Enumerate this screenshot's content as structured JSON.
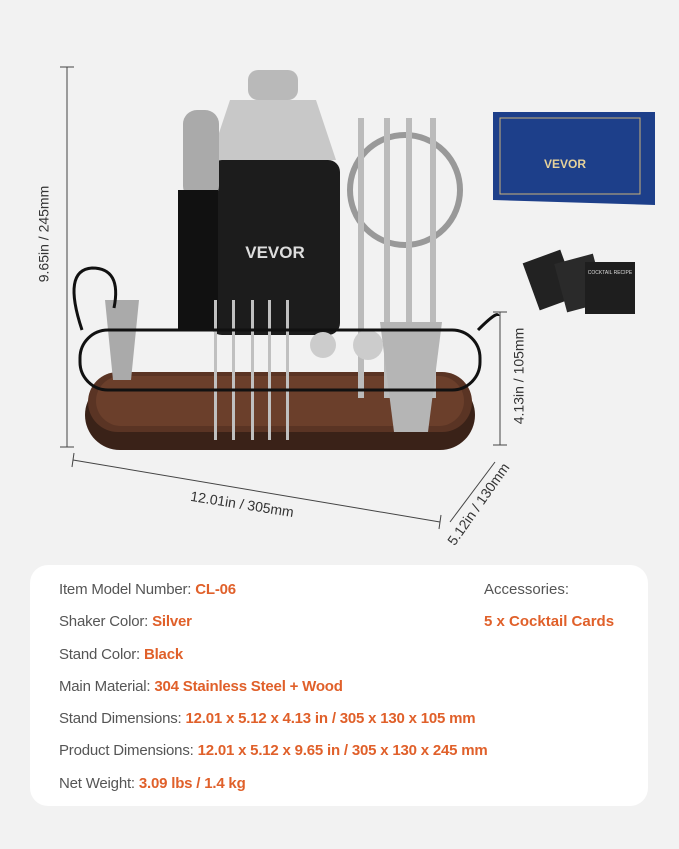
{
  "brand": "VEVOR",
  "box_brand": "VEVOR",
  "recipe_card_title": "COCKTAIL RECIPE",
  "dimensions": {
    "height": "9.65in / 245mm",
    "stand_height": "4.13in / 105mm",
    "length": "12.01in / 305mm",
    "width": "5.12in / 130mm"
  },
  "specs": [
    {
      "label": "Item Model Number:",
      "value": "CL-06"
    },
    {
      "label": "Shaker Color:",
      "value": "Silver"
    },
    {
      "label": "Stand Color:",
      "value": "Black"
    },
    {
      "label": "Main Material:",
      "value": "304 Stainless Steel + Wood"
    },
    {
      "label": "Stand Dimensions:",
      "value": "12.01 x 5.12 x 4.13 in / 305 x 130 x 105 mm"
    },
    {
      "label": "Product Dimensions:",
      "value": "12.01 x 5.12 x 9.65 in / 305 x 130 x 245 mm"
    },
    {
      "label": "Net Weight:",
      "value": "3.09 lbs / 1.4 kg"
    }
  ],
  "accessories": {
    "label": "Accessories:",
    "value": "5 x Cocktail Cards"
  },
  "colors": {
    "accent": "#e0602a",
    "label": "#555555",
    "box": "#1d3f8a",
    "wood": "#4a2a1c"
  }
}
